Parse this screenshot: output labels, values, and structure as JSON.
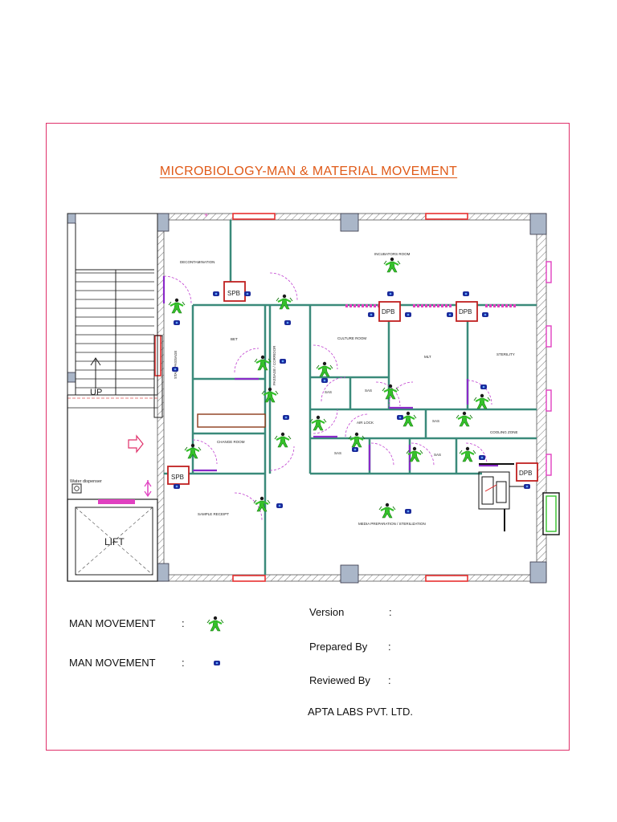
{
  "title": "MICROBIOLOGY-MAN & MATERIAL MOVEMENT",
  "rooms": {
    "decontamination": "DECONTAMINATION",
    "incubators": "INCUBATORS ROOM",
    "bet": "BET",
    "passage": "PASSAGE / CORRIDOR",
    "culture": "CULTURE ROOM",
    "mlt": "MLT",
    "sterility": "STERILITY",
    "sas1": "SAS",
    "sas2": "SAS",
    "sas3": "SAS",
    "sas4": "SAS",
    "sas5": "SAS",
    "airlock": "AIR LOCK",
    "cooling": "COOLING ZONE",
    "change": "CHANGE ROOM",
    "sample": "SAMPLE RECEIPT",
    "media": "MEDIA PREPARATION / STERILIZATION",
    "stair_passage": "STAIR PASSAGE"
  },
  "labels": {
    "spb1": "SPB",
    "spb2": "SPB",
    "dpb1": "DPB",
    "dpb2": "DPB",
    "dpb3": "DPB",
    "up": "UP",
    "lift": "LIFT",
    "water": "Water dispenser"
  },
  "legend": {
    "man1": "MAN MOVEMENT",
    "man2": "MAN MOVEMENT",
    "colon": ":"
  },
  "info": {
    "version": "Version",
    "prepared": "Prepared By",
    "reviewed": "Reviewed By",
    "colon": ":",
    "company": "APTA LABS PVT. LTD."
  },
  "colors": {
    "wall": "#3a8a7a",
    "frame": "#e0306a",
    "title": "#e05a18",
    "man_icon": "#34c22a",
    "material_icon": "#1a2a9a",
    "window": "#e83030",
    "door_frame": "#8a2ac8"
  }
}
